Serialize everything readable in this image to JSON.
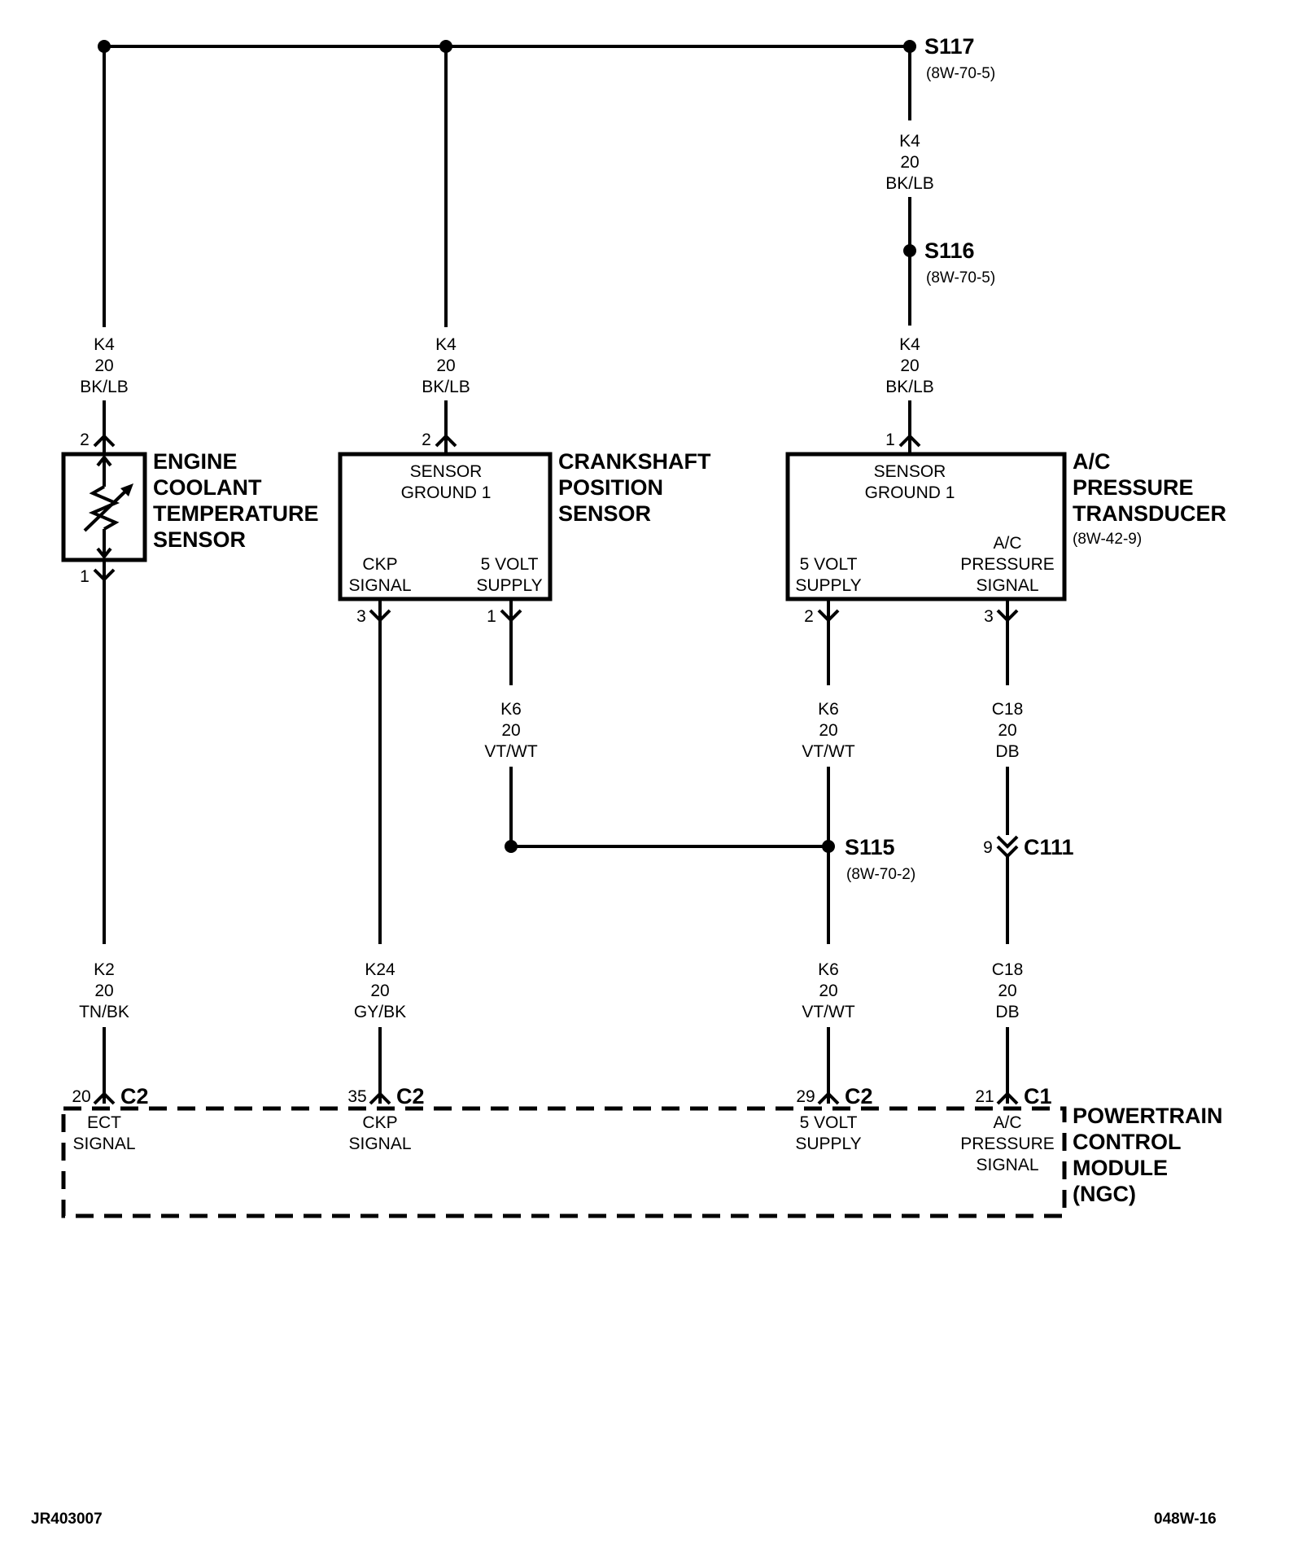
{
  "splices": {
    "s117": {
      "name": "S117",
      "ref": "(8W-70-5)"
    },
    "s116": {
      "name": "S116",
      "ref": "(8W-70-5)"
    },
    "s115": {
      "name": "S115",
      "ref": "(8W-70-2)"
    }
  },
  "wires": {
    "k4_ect": {
      "circuit": "K4",
      "gauge": "20",
      "color": "BK/LB"
    },
    "k4_ckp": {
      "circuit": "K4",
      "gauge": "20",
      "color": "BK/LB"
    },
    "k4_upper": {
      "circuit": "K4",
      "gauge": "20",
      "color": "BK/LB"
    },
    "k4_ac": {
      "circuit": "K4",
      "gauge": "20",
      "color": "BK/LB"
    },
    "k6_ckp": {
      "circuit": "K6",
      "gauge": "20",
      "color": "VT/WT"
    },
    "k6_ac": {
      "circuit": "K6",
      "gauge": "20",
      "color": "VT/WT"
    },
    "c18_upper": {
      "circuit": "C18",
      "gauge": "20",
      "color": "DB"
    },
    "k2_ect": {
      "circuit": "K2",
      "gauge": "20",
      "color": "TN/BK"
    },
    "k24_ckp": {
      "circuit": "K24",
      "gauge": "20",
      "color": "GY/BK"
    },
    "k6_pcm": {
      "circuit": "K6",
      "gauge": "20",
      "color": "VT/WT"
    },
    "c18_lower": {
      "circuit": "C18",
      "gauge": "20",
      "color": "DB"
    }
  },
  "ect_sensor": {
    "title": [
      "ENGINE",
      "COOLANT",
      "TEMPERATURE",
      "SENSOR"
    ],
    "pin_top": "2",
    "pin_bottom": "1"
  },
  "ckp_sensor": {
    "title": [
      "CRANKSHAFT",
      "POSITION",
      "SENSOR"
    ],
    "ground": [
      "SENSOR",
      "GROUND 1"
    ],
    "signal": [
      "CKP",
      "SIGNAL"
    ],
    "supply": [
      "5 VOLT",
      "SUPPLY"
    ],
    "pin_ground": "2",
    "pin_signal": "3",
    "pin_supply": "1"
  },
  "ac_transducer": {
    "title": [
      "A/C",
      "PRESSURE",
      "TRANSDUCER"
    ],
    "ref": "(8W-42-9)",
    "ground": [
      "SENSOR",
      "GROUND 1"
    ],
    "supply": [
      "5 VOLT",
      "SUPPLY"
    ],
    "signal": [
      "A/C",
      "PRESSURE",
      "SIGNAL"
    ],
    "pin_ground": "1",
    "pin_supply": "2",
    "pin_signal": "3"
  },
  "inline_connector": {
    "pin": "9",
    "name": "C111"
  },
  "pcm": {
    "title": [
      "POWERTRAIN",
      "CONTROL",
      "MODULE",
      "(NGC)"
    ],
    "connectors": [
      {
        "pin": "20",
        "conn": "C2",
        "label": [
          "ECT",
          "SIGNAL"
        ]
      },
      {
        "pin": "35",
        "conn": "C2",
        "label": [
          "CKP",
          "SIGNAL"
        ]
      },
      {
        "pin": "29",
        "conn": "C2",
        "label": [
          "5 VOLT",
          "SUPPLY"
        ]
      },
      {
        "pin": "21",
        "conn": "C1",
        "label": [
          "A/C",
          "PRESSURE",
          "SIGNAL"
        ]
      }
    ]
  },
  "footer": {
    "left": "JR403007",
    "right": "048W-16"
  }
}
